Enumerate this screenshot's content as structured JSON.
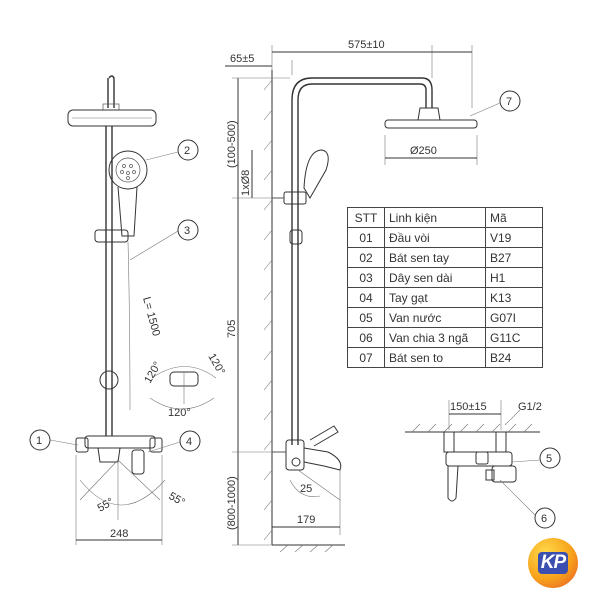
{
  "dimensions": {
    "wall_offset": "65±5",
    "arm_length": "575±10",
    "mount_range": "(100-500)",
    "slide_bar": "1xØ8",
    "head_diameter": "Ø250",
    "rail_height": "705",
    "mixer_height_range": "(800-1000)",
    "spout_angle": "25",
    "spout_reach": "179",
    "hose_length": "L= 1500",
    "rotation_angle": "120°",
    "handle_angle": "55°",
    "mixer_width": "248",
    "inlet_spacing": "150±15",
    "thread": "G1/2"
  },
  "callouts": [
    "1",
    "2",
    "3",
    "4",
    "5",
    "6",
    "7"
  ],
  "parts_table": {
    "headers": [
      "STT",
      "Linh kiện",
      "Mã"
    ],
    "rows": [
      [
        "01",
        "Đầu vòi",
        "V19"
      ],
      [
        "02",
        "Bát sen tay",
        "B27"
      ],
      [
        "03",
        "Dây sen dài",
        "H1"
      ],
      [
        "04",
        "Tay gạt",
        "K13"
      ],
      [
        "05",
        "Van nước",
        "G07I"
      ],
      [
        "06",
        "Van chia 3 ngã",
        "G11C"
      ],
      [
        "07",
        "Bát sen to",
        "B24"
      ]
    ]
  },
  "logo": {
    "text": "KP"
  }
}
